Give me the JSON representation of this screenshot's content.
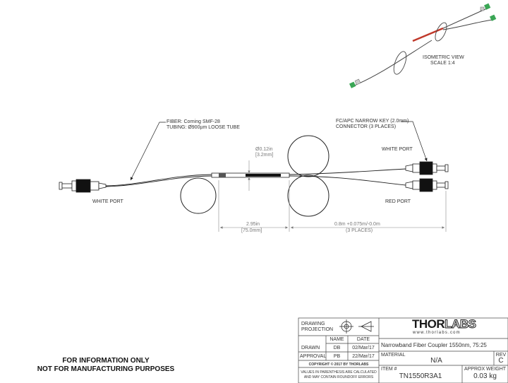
{
  "drawing": {
    "isometric_view": {
      "line1": "ISOMETRIC VIEW",
      "line2": "SCALE 1:4"
    },
    "fiber_callout": {
      "line1": "FIBER: Corning SMF-28",
      "line2": "TUBING: Ø900µm LOOSE TUBE"
    },
    "connector_callout": {
      "line1": "FC/APC NARROW KEY (2.0mm)",
      "line2": "CONNECTOR (3 PLACES)"
    },
    "diameter_dim": {
      "imperial": "Ø0.12in",
      "metric": "[3.2mm]"
    },
    "length_dim": {
      "imperial": "2.95in",
      "metric": "[75.0mm]"
    },
    "lead_dim": {
      "value": "0.8m +0.075m/-0.0m",
      "note": "(3 PLACES)"
    },
    "port_labels": {
      "left_white": "WHITE PORT",
      "right_white": "WHITE PORT",
      "right_red": "RED PORT"
    },
    "colors": {
      "line": "#222222",
      "red_fiber": "#c0392b",
      "green_connector": "#3aa655",
      "dim": "#888888"
    }
  },
  "notice": {
    "line1": "FOR INFORMATION ONLY",
    "line2": "NOT FOR MANUFACTURING PURPOSES"
  },
  "title_block": {
    "projection_label_1": "DRAWING",
    "projection_label_2": "PROJECTION",
    "headers": {
      "name": "NAME",
      "date": "DATE"
    },
    "rows": [
      {
        "role": "DRAWN",
        "name": "DB",
        "date": "02/Mar/17"
      },
      {
        "role": "APPROVAL",
        "name": "PB",
        "date": "22/Mar/17"
      }
    ],
    "copyright": "COPYRIGHT © 2017 BY THORLABS",
    "disclaimer_1": "VALUES IN PARENTHESIS ARE CALCULATED",
    "disclaimer_2": "AND MAY CONTAIN ROUNDOFF ERRORS",
    "logo_left": "THOR",
    "logo_right": "LABS",
    "logo_url": "www.thorlabs.com",
    "description": "Narrowband Fiber Coupler 1550nm, 75:25",
    "material_label": "MATERIAL",
    "material_value": "N/A",
    "rev_label": "REV",
    "rev_value": "C",
    "item_label": "ITEM #",
    "item_value": "TN1550R3A1",
    "weight_label": "APPROX WEIGHT",
    "weight_value": "0.03 kg"
  }
}
